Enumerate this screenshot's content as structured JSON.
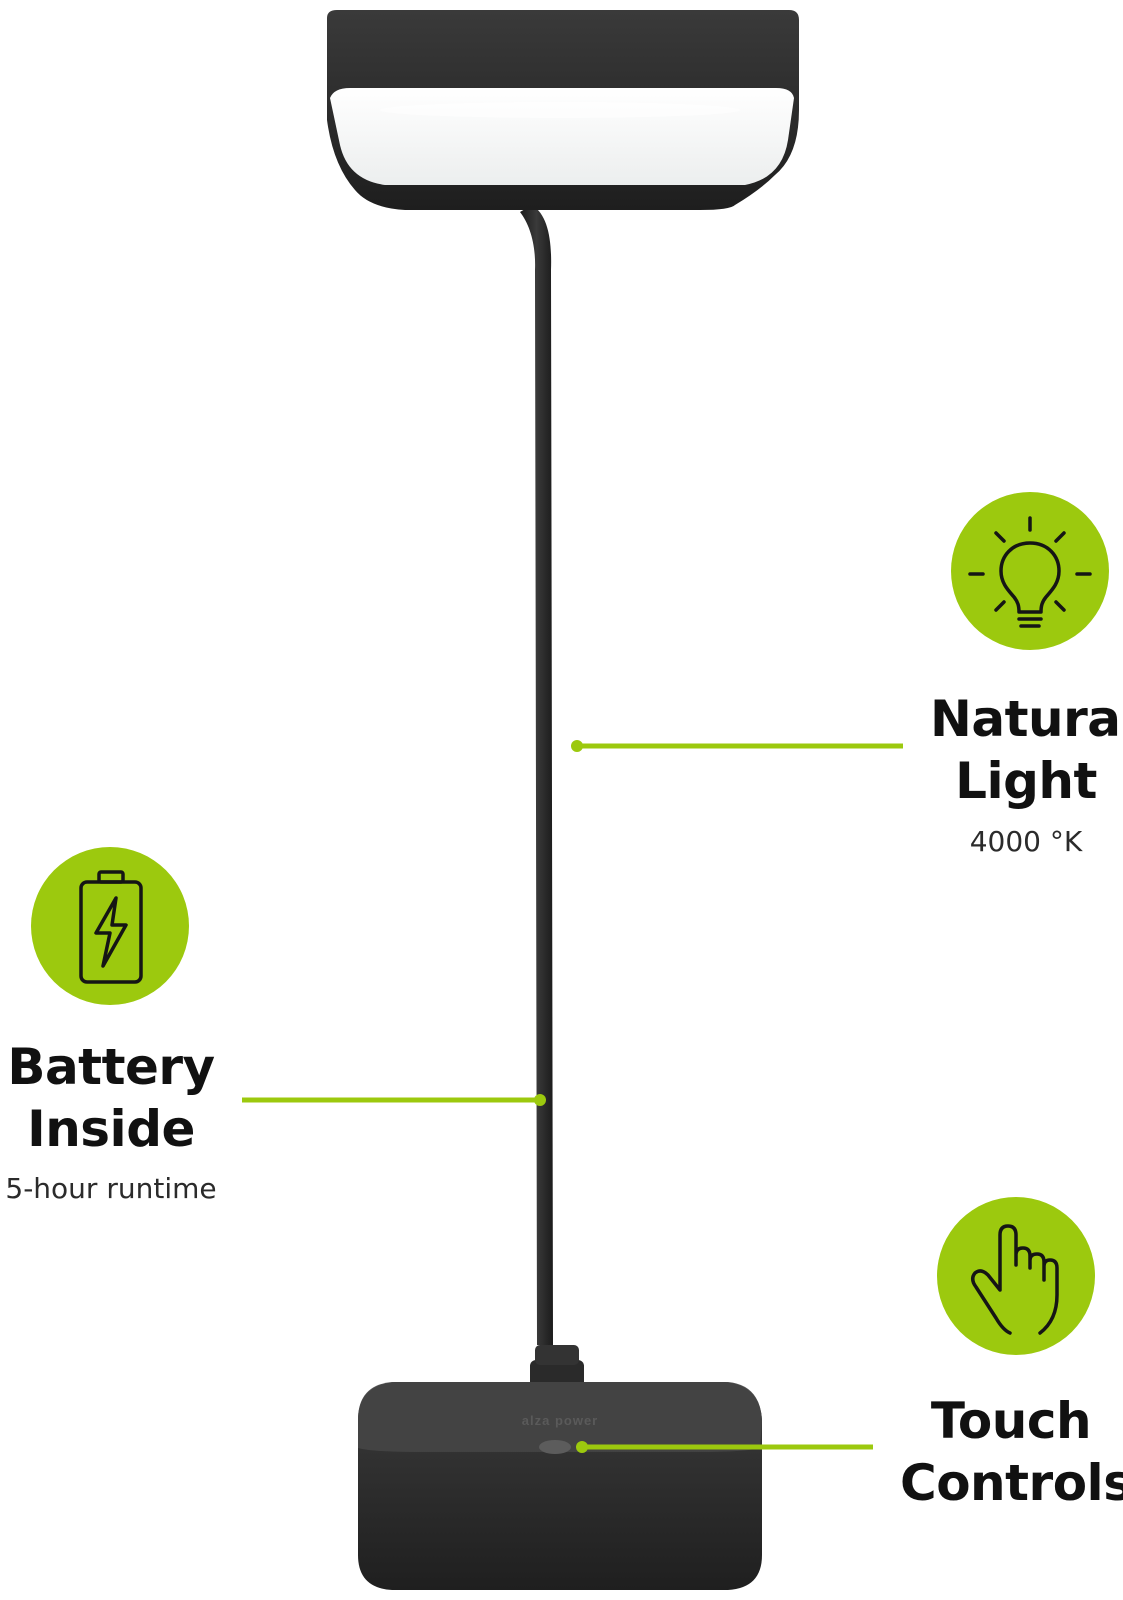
{
  "brand_text": "alza power",
  "colors": {
    "accent": "#9cc90e",
    "lamp_body": "#262626",
    "lamp_panel": "#f7f8f8",
    "text": "#111111"
  },
  "features": {
    "natural_light": {
      "icon": "light-bulb-icon",
      "title_line1": "Natural",
      "title_line2": "Light",
      "subtitle": "4000 °K"
    },
    "battery": {
      "icon": "battery-icon",
      "title_line1": "Battery",
      "title_line2": "Inside",
      "subtitle": "5-hour runtime"
    },
    "touch": {
      "icon": "pointing-hand-icon",
      "title_line1": "Touch",
      "title_line2": "Controls"
    }
  }
}
